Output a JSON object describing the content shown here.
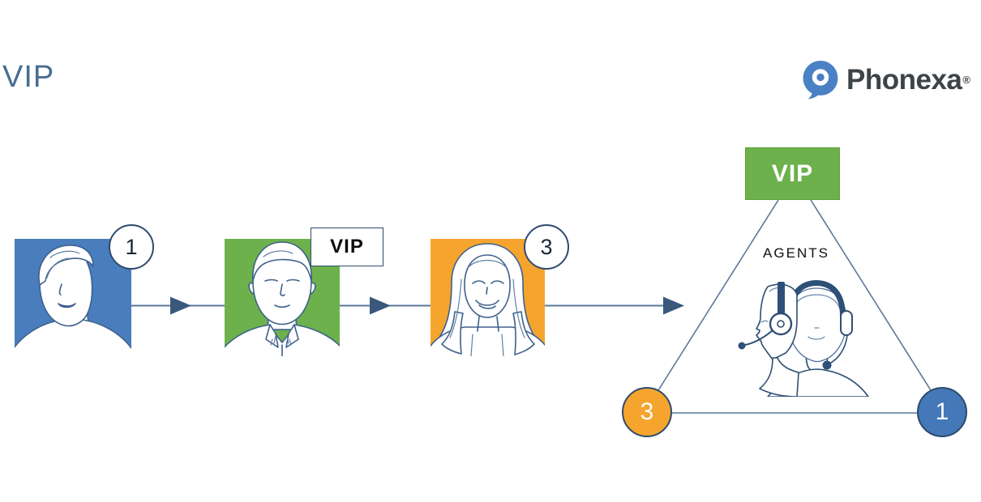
{
  "header": {
    "title": "VIP",
    "brand": "Phonexa",
    "registered_mark": "®"
  },
  "flow": {
    "callers": [
      {
        "name": "caller-1",
        "badge": "1",
        "square_color": "#4A7DBD",
        "person": "short-hair-person"
      },
      {
        "name": "caller-vip",
        "badge": "VIP",
        "square_color": "#6DB14C",
        "person": "man-collared-shirt"
      },
      {
        "name": "caller-3",
        "badge": "3",
        "square_color": "#F5A52D",
        "person": "long-hair-woman"
      }
    ]
  },
  "routing": {
    "vip_box_label": "VIP",
    "agents_label": "AGENTS",
    "nodes": [
      {
        "name": "node-3",
        "label": "3",
        "color": "#F5A52D"
      },
      {
        "name": "node-1",
        "label": "1",
        "color": "#4478B8"
      }
    ]
  },
  "colors": {
    "accent_blue": "#4A7DBD",
    "accent_green": "#6DB14C",
    "accent_orange": "#F5A52D",
    "arrow_slate": "#3A587C",
    "connector_slate": "#5A7899",
    "title_blue": "#4A6D92",
    "brand_text": "#3E4347",
    "brand_icon_blue": "#4A81C4"
  }
}
